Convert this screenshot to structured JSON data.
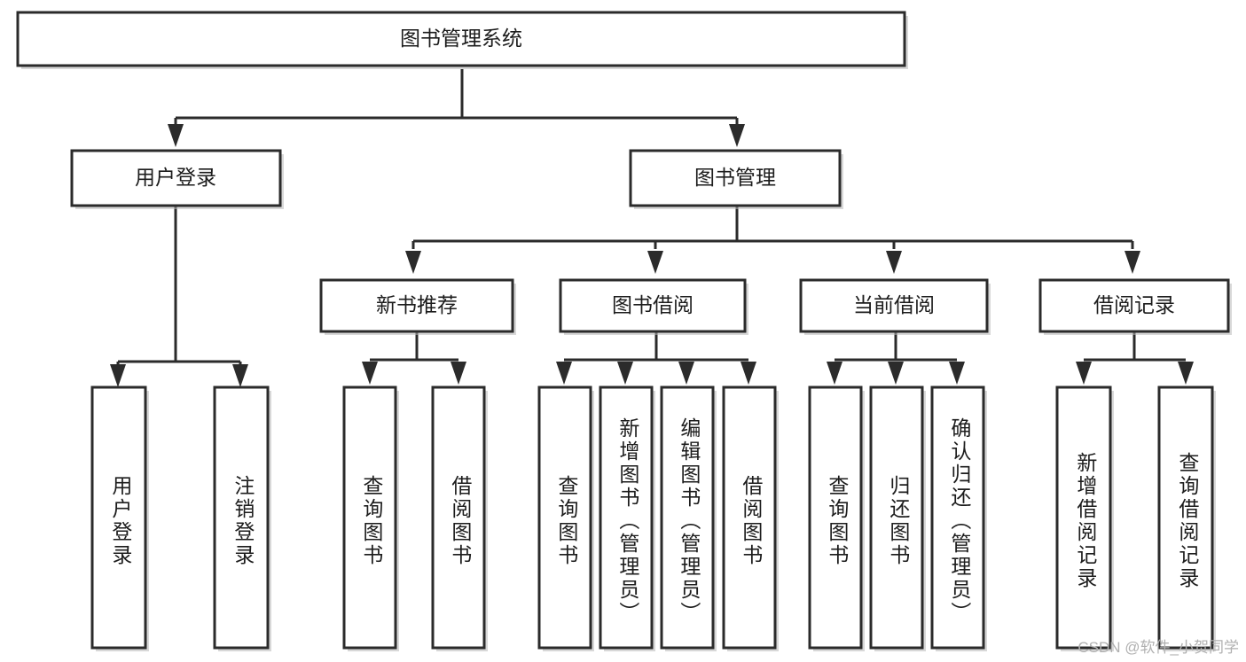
{
  "diagram": {
    "type": "tree",
    "title": "图书管理系统",
    "watermark": "CSDN @软件_小贺同学",
    "colors": {
      "box_stroke": "#2b2b2b",
      "box_fill": "#ffffff",
      "text": "#1c1c1c",
      "shadow": "#b8b8b8",
      "watermark": "#b0b0b0",
      "background": "#ffffff"
    },
    "levels": {
      "root": {
        "label": "图书管理系统"
      },
      "level2": [
        {
          "label": "用户登录"
        },
        {
          "label": "图书管理"
        }
      ],
      "level3": [
        {
          "label": "新书推荐"
        },
        {
          "label": "图书借阅"
        },
        {
          "label": "当前借阅"
        },
        {
          "label": "借阅记录"
        }
      ]
    },
    "nodes": {
      "root": "图书管理系统",
      "user_login": "用户登录",
      "book_mgmt": "图书管理",
      "new_book_rec": "新书推荐",
      "book_borrow": "图书借阅",
      "current_borrow": "当前借阅",
      "borrow_record": "借阅记录",
      "leaf_user_login": "用户登录",
      "leaf_logout": "注销登录",
      "leaf_rec_query": "查询图书",
      "leaf_rec_borrow": "借阅图书",
      "leaf_borrow_query": "查询图书",
      "leaf_borrow_add": "新增图书（管理员）",
      "leaf_borrow_edit": "编辑图书（管理员）",
      "leaf_borrow_do": "借阅图书",
      "leaf_cur_query": "查询图书",
      "leaf_cur_return": "归还图书",
      "leaf_cur_confirm": "确认归还（管理员）",
      "leaf_rec_add": "新增借阅记录",
      "leaf_rec_search": "查询借阅记录"
    },
    "tree": [
      {
        "label": "图书管理系统",
        "children": [
          {
            "label": "用户登录",
            "children": [
              {
                "label": "用户登录"
              },
              {
                "label": "注销登录"
              }
            ]
          },
          {
            "label": "图书管理",
            "children": [
              {
                "label": "新书推荐",
                "children": [
                  {
                    "label": "查询图书"
                  },
                  {
                    "label": "借阅图书"
                  }
                ]
              },
              {
                "label": "图书借阅",
                "children": [
                  {
                    "label": "查询图书"
                  },
                  {
                    "label": "新增图书（管理员）"
                  },
                  {
                    "label": "编辑图书（管理员）"
                  },
                  {
                    "label": "借阅图书"
                  }
                ]
              },
              {
                "label": "当前借阅",
                "children": [
                  {
                    "label": "查询图书"
                  },
                  {
                    "label": "归还图书"
                  },
                  {
                    "label": "确认归还（管理员）"
                  }
                ]
              },
              {
                "label": "借阅记录",
                "children": [
                  {
                    "label": "新增借阅记录"
                  },
                  {
                    "label": "查询借阅记录"
                  }
                ]
              }
            ]
          }
        ]
      }
    ]
  }
}
